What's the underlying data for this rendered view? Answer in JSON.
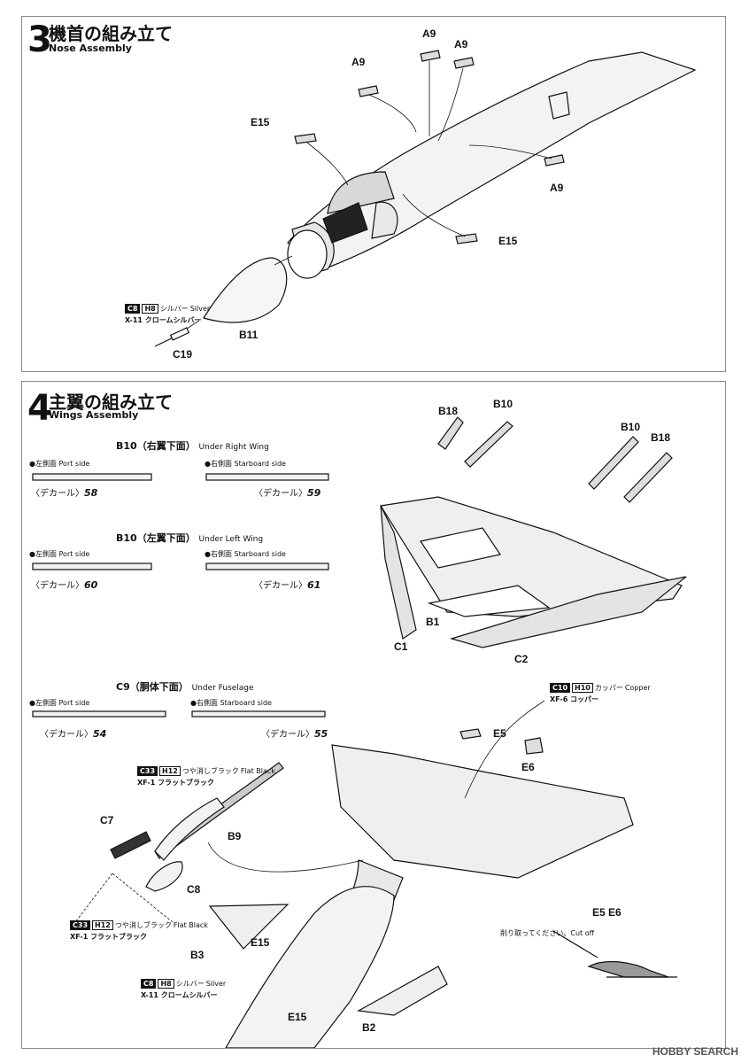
{
  "step3": {
    "number": "3",
    "title_jp": "機首の組み立て",
    "title_en": "Nose Assembly",
    "parts": {
      "a9_1": "A9",
      "a9_2": "A9",
      "a9_3": "A9",
      "a9_4": "A9",
      "e15_1": "E15",
      "e15_2": "E15",
      "b11": "B11",
      "c19": "C19"
    },
    "paint": {
      "code": "C8",
      "h": "H8",
      "jp": "シルバー",
      "en": "Silver",
      "name": "X-11 クロームシルバー"
    }
  },
  "step4": {
    "number": "4",
    "title_jp": "主翼の組み立て",
    "title_en": "Wings Assembly",
    "right_wing": {
      "title": "B10（右翼下面）",
      "title_en": "Under Right Wing",
      "port": "●左側面 Port side",
      "starboard": "●右側面 Starboard side",
      "decal_port": "58",
      "decal_star": "59"
    },
    "left_wing": {
      "title": "B10（左翼下面）",
      "title_en": "Under Left Wing",
      "port": "●左側面 Port side",
      "starboard": "●右側面 Starboard side",
      "decal_port": "60",
      "decal_star": "61"
    },
    "fuselage": {
      "title": "C9（胴体下面）",
      "title_en": "Under Fuselage",
      "port": "●左側面 Port side",
      "starboard": "●右側面 Starboard side",
      "decal_port": "54",
      "decal_star": "55"
    },
    "decal_word": "〈デカール〉",
    "parts": {
      "b18_1": "B18",
      "b10_1": "B10",
      "b10_2": "B10",
      "b18_2": "B18",
      "c1": "C1",
      "b1": "B1",
      "c2": "C2",
      "e5": "E5",
      "e6": "E6",
      "c7": "C7",
      "b9": "B9",
      "c8": "C8",
      "b3": "B3",
      "e15_1": "E15",
      "e15_2": "E15",
      "b2": "B2",
      "e5e6": "E5  E6"
    },
    "paint_copper": {
      "code": "C10",
      "h": "H10",
      "jp": "カッパー",
      "en": "Copper",
      "name": "XF-6 コッパー"
    },
    "paint_black1": {
      "code": "C33",
      "h": "H12",
      "jp": "つや消しブラック",
      "en": "Flat Black",
      "name": "XF-1 フラットブラック"
    },
    "paint_black2": {
      "code": "C33",
      "h": "H12",
      "jp": "つや消しブラック",
      "en": "Flat Black",
      "name": "XF-1 フラットブラック"
    },
    "paint_silver": {
      "code": "C8",
      "h": "H8",
      "jp": "シルバー",
      "en": "Silver",
      "name": "X-11 クロームシルバー"
    },
    "cut_off": "削り取ってください。Cut off"
  },
  "watermark": "HOBBY SEARCH"
}
